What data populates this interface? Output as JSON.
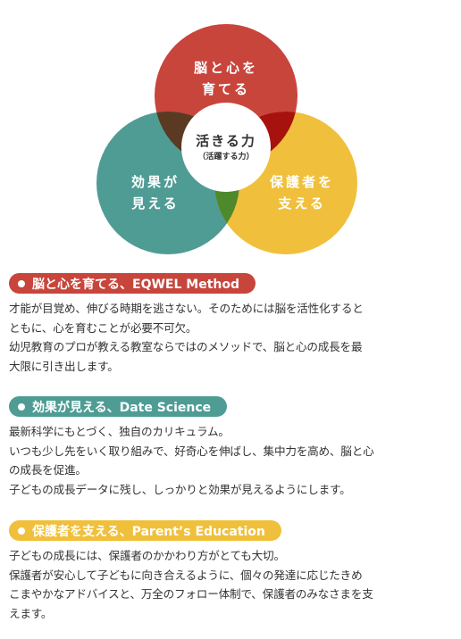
{
  "colors": {
    "red": "#c8453c",
    "teal": "#4f9c95",
    "yellow": "#f0c03c",
    "overlap_red_teal": "#5a3a22",
    "overlap_red_yellow": "#a8120e",
    "overlap_teal_yellow": "#4e8a2c",
    "center": "#ffffff"
  },
  "diagram": {
    "top_circle": [
      "脳と心を",
      "育てる"
    ],
    "left_circle": [
      "効果が",
      "見える"
    ],
    "right_circle": [
      "保護者を",
      "支える"
    ],
    "center_main": "活きる力",
    "center_sub": "（活躍する力）"
  },
  "sections": [
    {
      "title": "脳と心を育てる、EQWEL Method",
      "lines": [
        "才能が目覚め、伸びる時期を逃さない。そのためには脳を活性化すると",
        "ともに、心を育むことが必要不可欠。",
        "幼児教育のプロが教える教室ならではのメソッドで、脳と心の成長を最",
        "大限に引き出します。"
      ]
    },
    {
      "title": "効果が見える、Date Science",
      "lines": [
        "最新科学にもとづく、独自のカリキュラム。",
        "いつも少し先をいく取り組みで、好奇心を伸ばし、集中力を高め、脳と心",
        "の成長を促進。",
        "子どもの成長データに残し、しっかりと効果が見えるようにします。"
      ]
    },
    {
      "title": "保護者を支える、Parent’s Education",
      "lines": [
        "子どもの成長には、保護者のかかわり方がとても大切。",
        "保護者が安心して子どもに向き合えるように、個々の発達に応じたきめ",
        "こまやかなアドバイスと、万全のフォロー体制で、保護者のみなさまを支",
        "えます。"
      ]
    }
  ]
}
